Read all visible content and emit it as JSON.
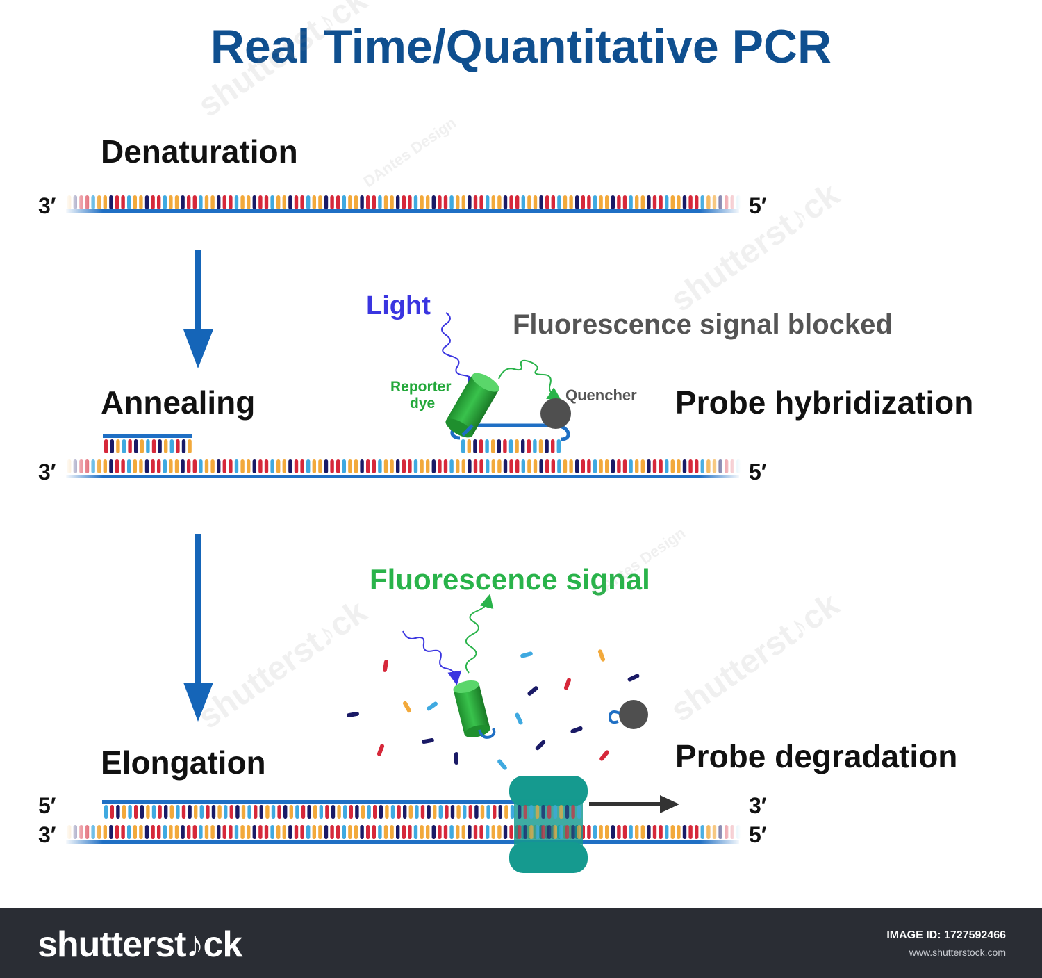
{
  "title": "Real Time/Quantitative PCR",
  "steps": {
    "denaturation": "Denaturation",
    "annealing": "Annealing",
    "elongation": "Elongation"
  },
  "labels": {
    "light": "Light",
    "fluorescence_blocked": "Fluorescence signal blocked",
    "reporter_line1": "Reporter",
    "reporter_line2": "dye",
    "quencher": "Quencher",
    "probe_hybridization": "Probe hybridization",
    "fluorescence_signal": "Fluorescence signal",
    "probe_degradation": "Probe degradation"
  },
  "ends": {
    "three_prime": "3′",
    "five_prime": "5′"
  },
  "watermark": {
    "brand": "shutterst♪ck",
    "designer": "DAntes Design"
  },
  "footer": {
    "brand": "shutterst♪ck",
    "image_id": "IMAGE ID: 1727592466",
    "site": "www.shutterstock.com"
  },
  "colors": {
    "title": "#0f4f8f",
    "backbone": "#1f6fc4",
    "arrow": "#1565b8",
    "light": "#3a35e0",
    "green": "#29b34a",
    "reporter_dye": "#23a83a",
    "quencher": "#4f4f4f",
    "gray_text": "#555555",
    "polymerase": "#159a8f",
    "bases": [
      "#f2a93b",
      "#3fa9e0",
      "#d6283a",
      "#1a1a66"
    ]
  }
}
